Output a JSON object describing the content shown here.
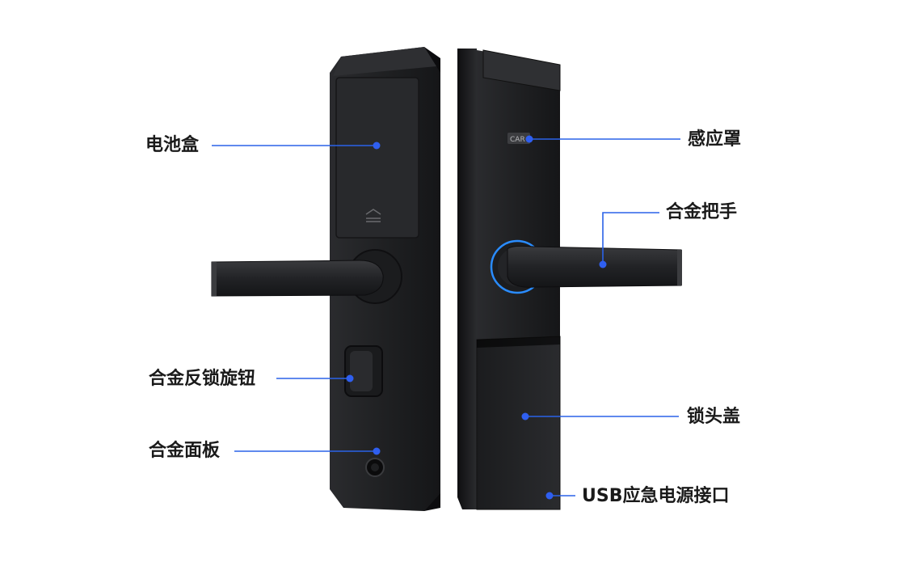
{
  "callouts": {
    "battery_box": "电池盒",
    "alloy_thumb_turn": "合金反锁旋钮",
    "alloy_panel": "合金面板",
    "sensor_cover": "感应罩",
    "alloy_handle": "合金把手",
    "lock_head_cover": "锁头盖",
    "usb_port": "USB应急电源接口"
  },
  "card_tag": "CAR",
  "colors": {
    "leader_line": "#2a62e8",
    "dot": "#2f5ff0",
    "ring_glow": "#2a8cff",
    "body": "#1e1f21"
  }
}
